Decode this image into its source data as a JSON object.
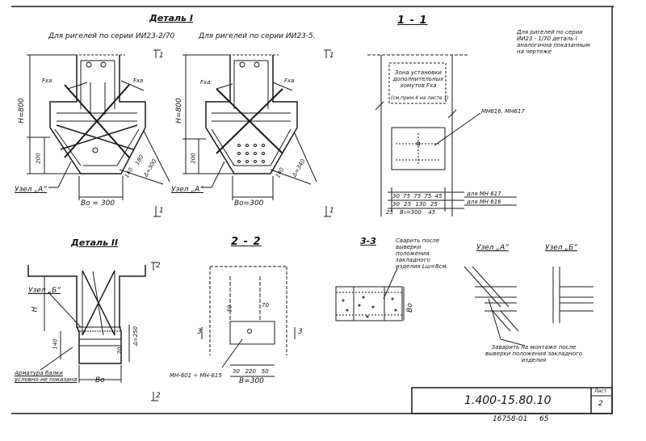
{
  "detail1": {
    "title": "Деталь I",
    "left_caption": "Для ригелей по серии ИИ23-2/70",
    "right_caption": "Для ригелей по серии ИИ23-5.",
    "height_label": "H=800",
    "dim_200": "200",
    "fxa": "Fха",
    "dim_140": "140",
    "dim_180": "180",
    "dim_a300": "Δ=300",
    "dim_a340": "Δ=340",
    "bo_300_left": "Bо = 300",
    "bo_300_right": "Bо=300",
    "uzel_a": "Узел „А”",
    "cut_1": "1"
  },
  "section_1_1": {
    "title": "1 - 1",
    "note": "Для ригелей по серии ИИ23 - 1/70 деталь I аналогична показанным на чертеже",
    "zone": "Зона установки дополнительных хомутов Fха",
    "zone_sub": "(см.прим.4 на листе 1)",
    "mn_label": "МН616, МН617",
    "row1": [
      "30",
      "75",
      "75",
      "75",
      "45"
    ],
    "row1_label": "для МН 617",
    "row2": [
      "30",
      "25",
      "130",
      "25"
    ],
    "row2_label": "для МН 616",
    "row3": [
      "25",
      "B₁=300",
      "45"
    ]
  },
  "detail2": {
    "title": "Деталь II",
    "uzel_b": "Узел „Б”",
    "h": "H",
    "dim_140": "140",
    "dim_70": "70",
    "dim_a250": "Δ=250",
    "bo": "Bо",
    "rebar_note": "Арматура балки условно не показана",
    "cut_2": "2"
  },
  "section_2_2": {
    "title": "2 - 2",
    "dim_50": "50",
    "dim_70": "70",
    "bottom_dims": "30   220   50",
    "b_300": "B=300",
    "mn_range": "МН-601 ÷ МН-615",
    "cut_3": "3"
  },
  "section_3_3": {
    "title": "3-3",
    "weld_note": "Сварить после выверки положения закладного изделия Lш=8см.",
    "bo": "Bо"
  },
  "nodes": {
    "uzel_a": "Узел „А”",
    "uzel_b": "Узел „Б”",
    "weld_note": "Заварить на монтаже после выверки положения закладного изделия"
  },
  "stamp": {
    "code": "1.400-15.80.10",
    "sheet_label": "Лист",
    "sheet_number": "2",
    "archive": "16758-01",
    "page": "65"
  }
}
